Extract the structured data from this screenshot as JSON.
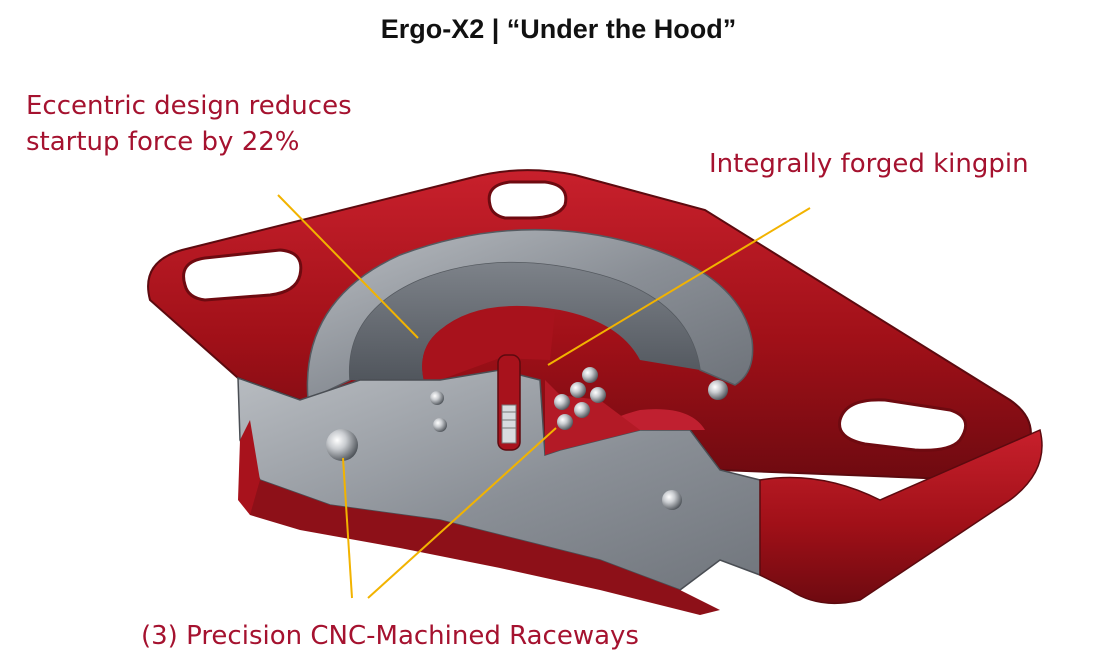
{
  "title": "Ergo-X2 | “Under the Hood”",
  "callouts": {
    "eccentric": {
      "line1": "Eccentric design reduces",
      "line2": "startup force by 22%"
    },
    "kingpin": "Integrally forged kingpin",
    "raceways": "(3) Precision CNC-Machined Raceways"
  },
  "colors": {
    "callout_text": "#a5122f",
    "leader_line": "#f2b300",
    "plate_red": "#b0141f",
    "steel_grey": "#8a8f96"
  }
}
